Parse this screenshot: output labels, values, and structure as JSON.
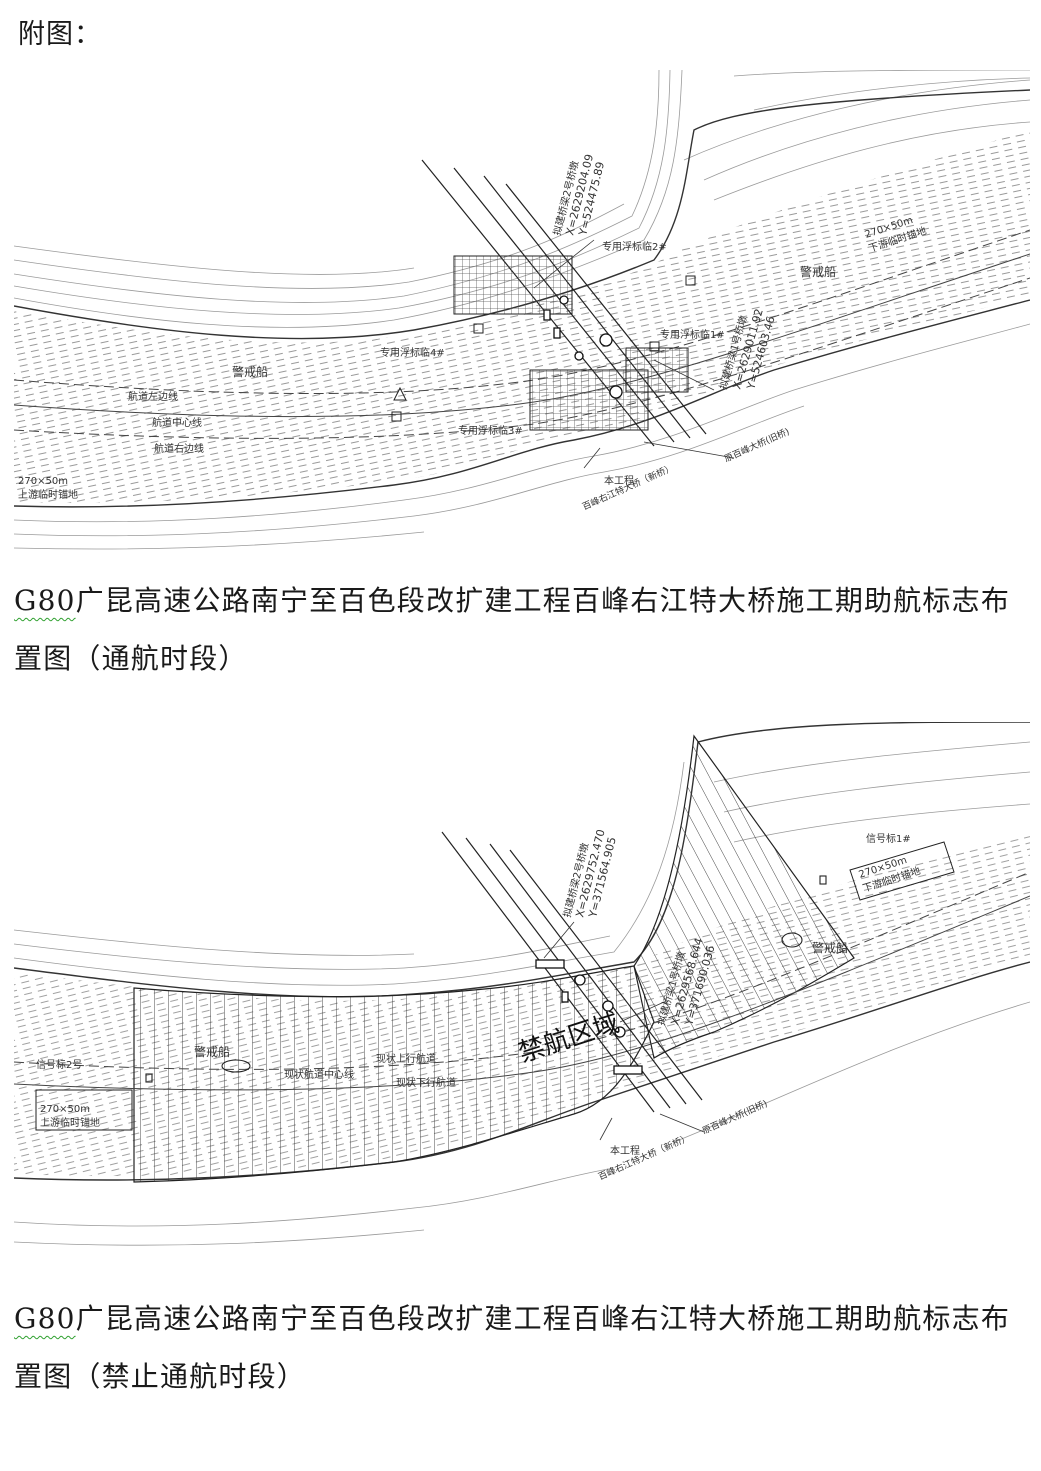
{
  "heading": "附图：",
  "figures": [
    {
      "caption_prefix": "G80",
      "caption_rest": "广昆高速公路南宁至百色段改扩建工程百峰右江特大桥施工期助航标志布置图（通航时段）",
      "labels": {
        "pier2": "拟建桥梁2号桥墩",
        "pier2_x": "X=2629204.09",
        "pier2_y": "Y=524475.89",
        "buoy2": "专用浮标临2#",
        "buoy4": "专用浮标临4#",
        "buoy1": "专用浮标临1#",
        "buoy3": "专用浮标临3#",
        "pier1": "拟建桥梁1号桥墩",
        "pier1_x": "X=2629011.92",
        "pier1_y": "Y=524603.46",
        "guard_left": "警戒船",
        "guard_right": "警戒船",
        "nav_left": "航道左边线",
        "nav_center": "航道中心线",
        "nav_right": "航道右边线",
        "anchorage_size": "270×50m",
        "anchorage_down": "下游临时锚地",
        "anchorage_up": "上游临时锚地",
        "project": "本工程",
        "new_bridge": "百峰右江特大桥（新桥）",
        "old_bridge": "原百峰大桥(旧桥)"
      }
    },
    {
      "caption_prefix": "G80",
      "caption_rest": "广昆高速公路南宁至百色段改扩建工程百峰右江特大桥施工期助航标志布置图（禁止通航时段）",
      "labels": {
        "pier2": "拟建桥梁2号桥墩",
        "pier2_x": "X=2629752.470",
        "pier2_y": "Y=371564.905",
        "pier1": "拟建桥梁1号桥墩",
        "pier1_x": "X=2629568.644",
        "pier1_y": "Y=371690.036",
        "signal1": "信号标1#",
        "signal2": "信号标2号",
        "guard_left": "警戒船",
        "guard_right": "警戒船",
        "no_nav": "禁航区域",
        "current_up": "现状上行航道",
        "current_center": "现状航道中心线",
        "current_down": "现状下行航道",
        "anchorage_size": "270×50m",
        "anchorage_up": "上游临时锚地",
        "anchorage_down": "下游临时锚地",
        "project": "本工程",
        "new_bridge": "百峰右江特大桥（新桥）",
        "old_bridge": "原百峰大桥(旧桥)"
      }
    }
  ]
}
